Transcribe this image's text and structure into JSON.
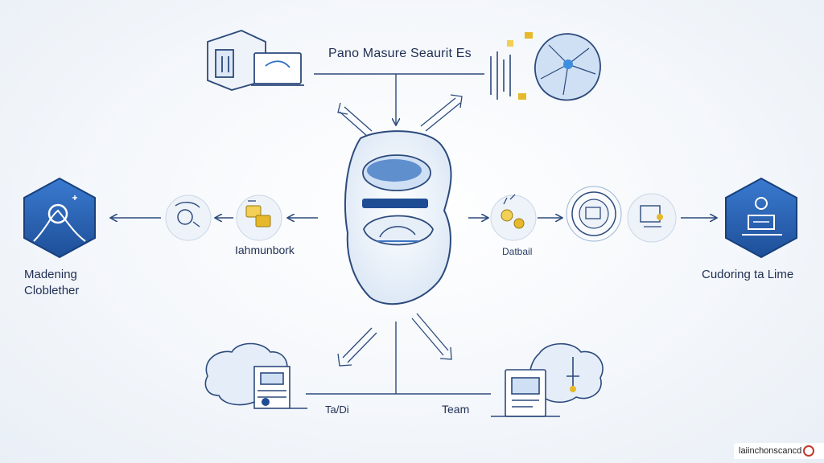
{
  "labels": {
    "top": "Pano Masure Seaurit Es",
    "left_line1": "Madening",
    "left_line2": "Cloblether",
    "center_left": "Iahmunbork",
    "center_right": "Datbail",
    "right": "Cudoring ta Lime",
    "bottom_left": "Ta/Di",
    "bottom_right": "Team"
  },
  "watermark": "laiinchonscancd",
  "colors": {
    "line": "#2c4a7c",
    "accent_blue": "#2f6fc0",
    "light_blue": "#cfe0f4",
    "gold": "#e0b325",
    "hexagon": "#2b64b3"
  },
  "icons": {
    "left_hexagon": "user-path-icon",
    "right_hexagon": "person-desk-icon",
    "top_left": "computer-monitor-icon",
    "top_right": "flower-network-icon",
    "center": "helmet-head-icon",
    "bottom_left": "building-cloud-icon",
    "bottom_right": "tablet-cloud-icon"
  }
}
